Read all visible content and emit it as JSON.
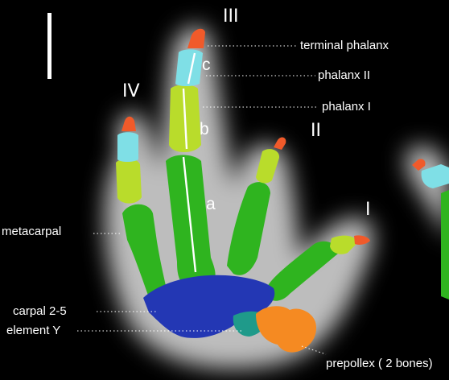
{
  "digits": {
    "I": "I",
    "II": "II",
    "III": "III",
    "IV": "IV"
  },
  "segments": {
    "a": "a",
    "b": "b",
    "c": "c"
  },
  "labels": {
    "terminal": "terminal phalanx",
    "phalanx2": "phalanx II",
    "phalanx1": "phalanx I",
    "metacarpal": "metacarpal",
    "carpal": "carpal  2-5",
    "elementY": "element Y",
    "prepollex": "prepollex ( 2 bones)"
  },
  "colors": {
    "background": "#000000",
    "metacarpal": "#2fb41f",
    "phalanx_1": "#b9dc2b",
    "phalanx_2": "#7fdfe6",
    "terminal": "#f05a2a",
    "carpal": "#2337b4",
    "element_y": "#1f9a8a",
    "prepollex": "#f58a22"
  }
}
